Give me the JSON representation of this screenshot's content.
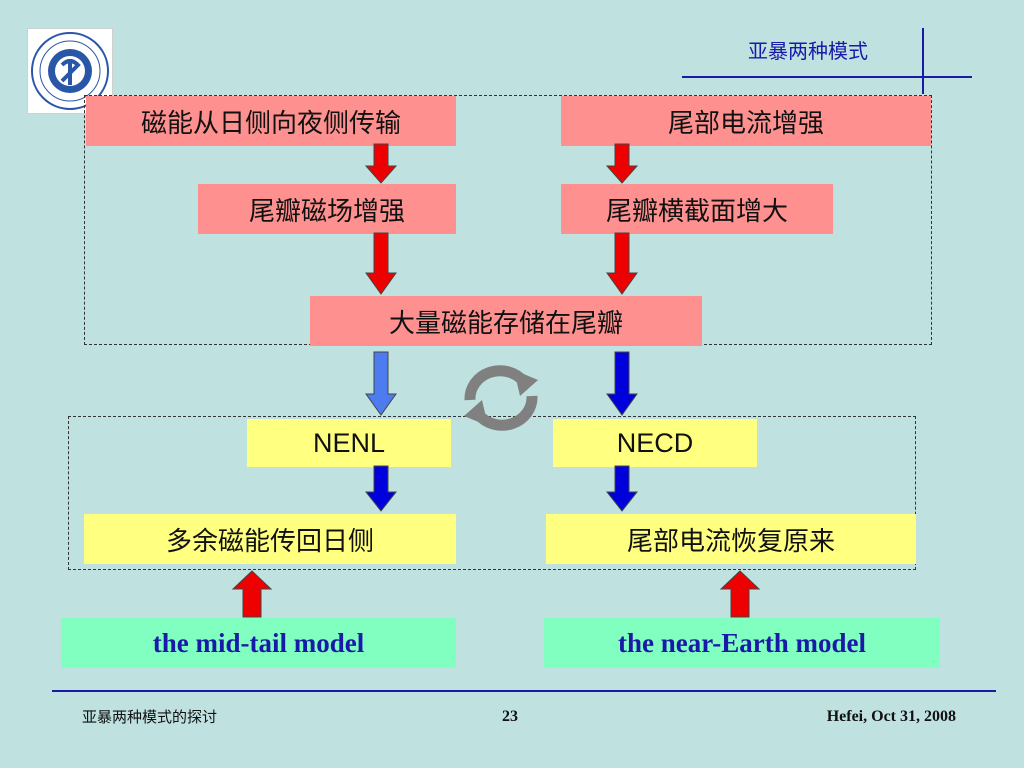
{
  "header": {
    "title": "亚暴两种模式"
  },
  "diagram": {
    "top_left": "磁能从日侧向夜侧传输",
    "top_right": "尾部电流增强",
    "mid_left": "尾瓣磁场增强",
    "mid_right": "尾瓣横截面增大",
    "center": "大量磁能存储在尾瓣",
    "nenl": "NENL",
    "necd": "NECD",
    "bottom_left": "多余磁能传回日侧",
    "bottom_right": "尾部电流恢复原来",
    "model_left": "the mid-tail model",
    "model_right": "the near-Earth model"
  },
  "footer": {
    "left": "亚暴两种模式的探讨",
    "page": "23",
    "right": "Hefei, Oct 31, 2008"
  },
  "colors": {
    "background": "#bfe2e0",
    "accent_blue": "#1a1aa8",
    "box_pink": "#ff9090",
    "box_yellow": "#ffff80",
    "box_green": "#80ffc0",
    "arrow_red": "#ee0000",
    "arrow_blue": "#0000dd",
    "arrow_light_blue": "#4d7cf0",
    "cycle_gray": "#808080"
  },
  "icons": {
    "logo": "university-seal-logo",
    "cycle": "refresh-cycle-icon"
  }
}
